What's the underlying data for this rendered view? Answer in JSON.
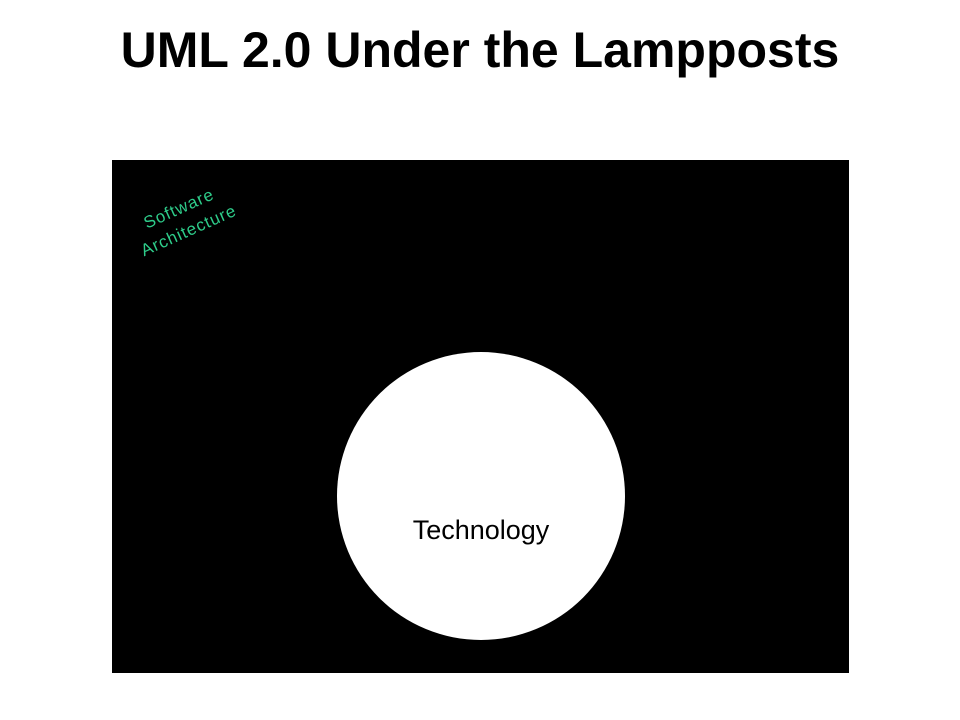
{
  "slide": {
    "title": "UML 2.0 Under the Lampposts"
  },
  "diagram": {
    "background_color": "#000000",
    "lit_area": {
      "label": "Technology",
      "fill_color": "#ffffff"
    },
    "dark_area_label": {
      "lines": [
        "Software",
        "Architecture"
      ],
      "color": "#2ecc8a"
    }
  }
}
